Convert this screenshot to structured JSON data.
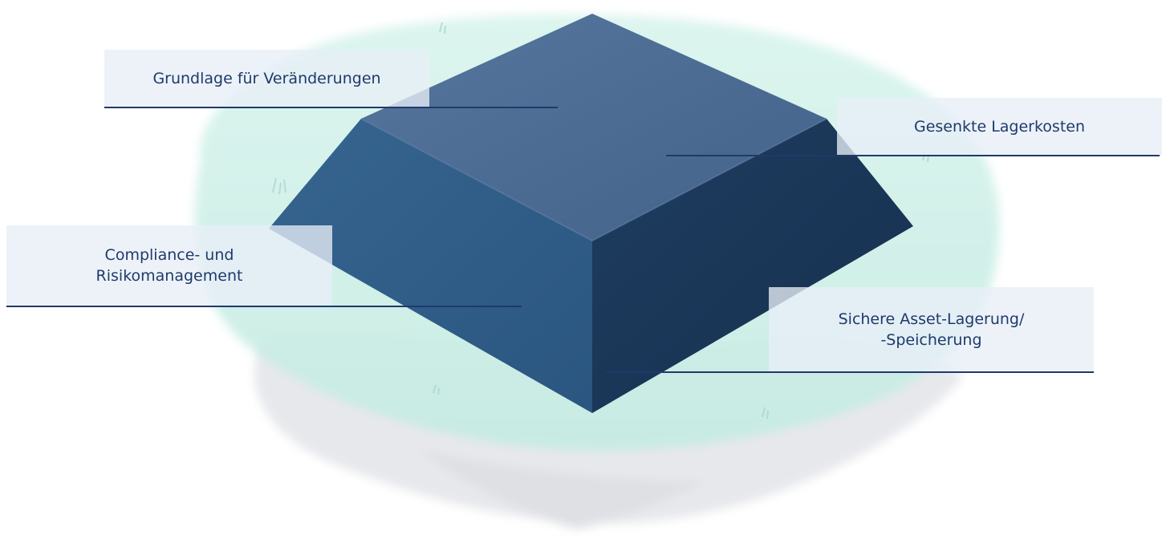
{
  "colors": {
    "block_top": "#4a6a92",
    "block_left": "#305f8a",
    "block_right": "#1d3b5e",
    "island": "#c9efe6",
    "rock": "#e6e7ea",
    "label_text": "#1f3a6b",
    "label_bg": "#e8eef7"
  },
  "labels": {
    "foundation": "Grundlage für Veränderungen",
    "storage_costs": "Gesenkte Lagerkosten",
    "compliance": "Compliance- und\nRisikomanagement",
    "secure_storage": "Sichere Asset-Lagerung/\n-Speicherung"
  }
}
